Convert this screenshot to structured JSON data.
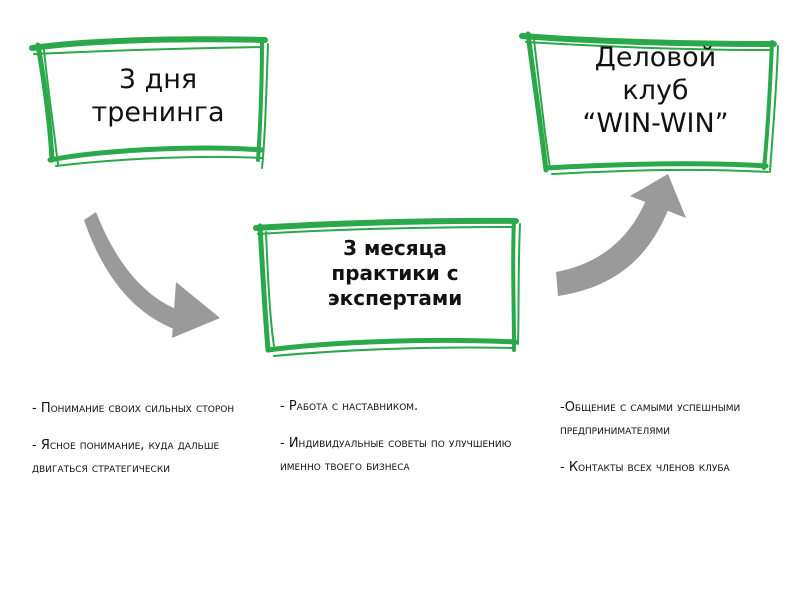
{
  "stages": [
    {
      "title": "3 дня\nтренинга"
    },
    {
      "title": "3 месяца\nпрактики с\nэкспертами"
    },
    {
      "title": "Деловой\nклуб\n“WIN-WIN”"
    }
  ],
  "details": [
    {
      "items": [
        "- Понимание своих сильных сторон",
        "- Ясное понимание, куда дальше двигаться стратегически"
      ]
    },
    {
      "items": [
        "- Работа с наставником.",
        "- Индивидуальные советы по улучшению именно твоего бизнеса"
      ]
    },
    {
      "items": [
        "-Общение с самыми успешными предпринимателями",
        "- Контакты всех членов клуба"
      ]
    }
  ],
  "colors": {
    "frame": "#2aa84a",
    "arrow": "#9a9a9a",
    "text": "#111111"
  }
}
